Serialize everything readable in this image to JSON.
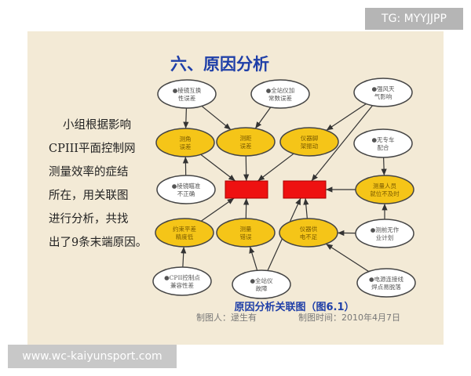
{
  "watermark_top": "TG: MYYJJPP",
  "watermark_bottom": "www.wc-kaiyunsport.com",
  "slide": {
    "title": "六、原因分析",
    "left_text": [
      "小组根据影响",
      "CPIII平面控制网",
      "测量效率的症结",
      "所在，用关联图",
      "进行分析，共找",
      "出了9条末端原因。"
    ],
    "caption": "原因分析关联图（图6.1）",
    "author": "制图人：逯生有",
    "date": "制图时间：2010年4月7日"
  },
  "colors": {
    "cause_fill": "#f5c518",
    "root_fill": "#ffffff",
    "problem_fill": "#ee1111",
    "title": "#1f3fa8"
  },
  "nodes": {
    "A": {
      "label": [
        "●棱镜互换",
        "性误差"
      ],
      "type": "root"
    },
    "B": {
      "label": [
        "●全站仪加",
        "常数误差"
      ],
      "type": "root"
    },
    "C": {
      "label": [
        "●强风天",
        "气影响"
      ],
      "type": "root"
    },
    "D": {
      "label": [
        "测角",
        "误差"
      ],
      "type": "cause"
    },
    "E": {
      "label": [
        "测距",
        "误差"
      ],
      "type": "cause"
    },
    "F": {
      "label": [
        "仪器脚",
        "架振动"
      ],
      "type": "cause"
    },
    "G": {
      "label": [
        "●无专车",
        "配合"
      ],
      "type": "root"
    },
    "H": {
      "label": [
        "●棱镜瞄准",
        "不正确"
      ],
      "type": "root"
    },
    "I": {
      "label": [
        "测量人员",
        "就位不及时"
      ],
      "type": "cause"
    },
    "J": {
      "label": [
        "约束平差",
        "精度低"
      ],
      "type": "cause"
    },
    "K": {
      "label": [
        "测量",
        "错误"
      ],
      "type": "cause"
    },
    "L": {
      "label": [
        "仪器供",
        "电不足"
      ],
      "type": "cause"
    },
    "M": {
      "label": [
        "●测前无作",
        "业计划"
      ],
      "type": "root"
    },
    "N": {
      "label": [
        "●CPII控制点",
        "兼容性差"
      ],
      "type": "root"
    },
    "O": {
      "label": [
        "●全站仪",
        "故障"
      ],
      "type": "root"
    },
    "P": {
      "label": [
        "●电源连接线",
        "焊点易脱落"
      ],
      "type": "root"
    },
    "R1": {
      "label": [
        "",
        ""
      ],
      "type": "problem"
    },
    "R2": {
      "label": [
        "",
        ""
      ],
      "type": "problem"
    }
  },
  "edges": [
    [
      "A",
      "D"
    ],
    [
      "A",
      "E"
    ],
    [
      "B",
      "E"
    ],
    [
      "C",
      "F"
    ],
    [
      "C",
      "R2"
    ],
    [
      "D",
      "R1"
    ],
    [
      "E",
      "R1"
    ],
    [
      "F",
      "R1"
    ],
    [
      "H",
      "D"
    ],
    [
      "J",
      "R1"
    ],
    [
      "K",
      "R1"
    ],
    [
      "N",
      "J"
    ],
    [
      "O",
      "K"
    ],
    [
      "O",
      "R2"
    ],
    [
      "L",
      "R2"
    ],
    [
      "G",
      "I"
    ],
    [
      "I",
      "R2"
    ],
    [
      "M",
      "I"
    ],
    [
      "M",
      "L"
    ],
    [
      "P",
      "L"
    ]
  ]
}
